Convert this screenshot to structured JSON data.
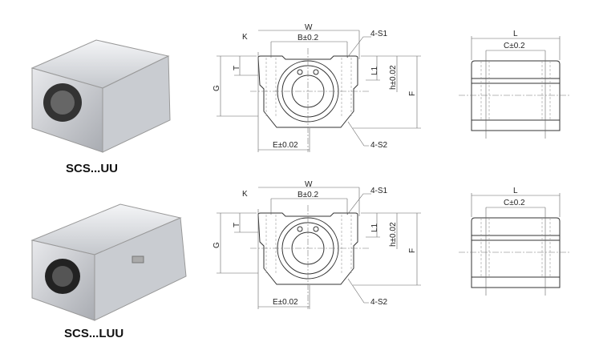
{
  "products": [
    {
      "caption": "SCS...UU"
    },
    {
      "caption": "SCS...LUU"
    }
  ],
  "front_view_labels": {
    "W": "W",
    "B": "B±0.2",
    "K": "K",
    "S1": "4-S1",
    "T": "T",
    "G": "G",
    "L1": "L1",
    "h": "h±0.02",
    "F": "F",
    "E": "E±0.02",
    "S2": "4-S2"
  },
  "side_view_labels": {
    "L": "L",
    "C": "C±0.2"
  }
}
